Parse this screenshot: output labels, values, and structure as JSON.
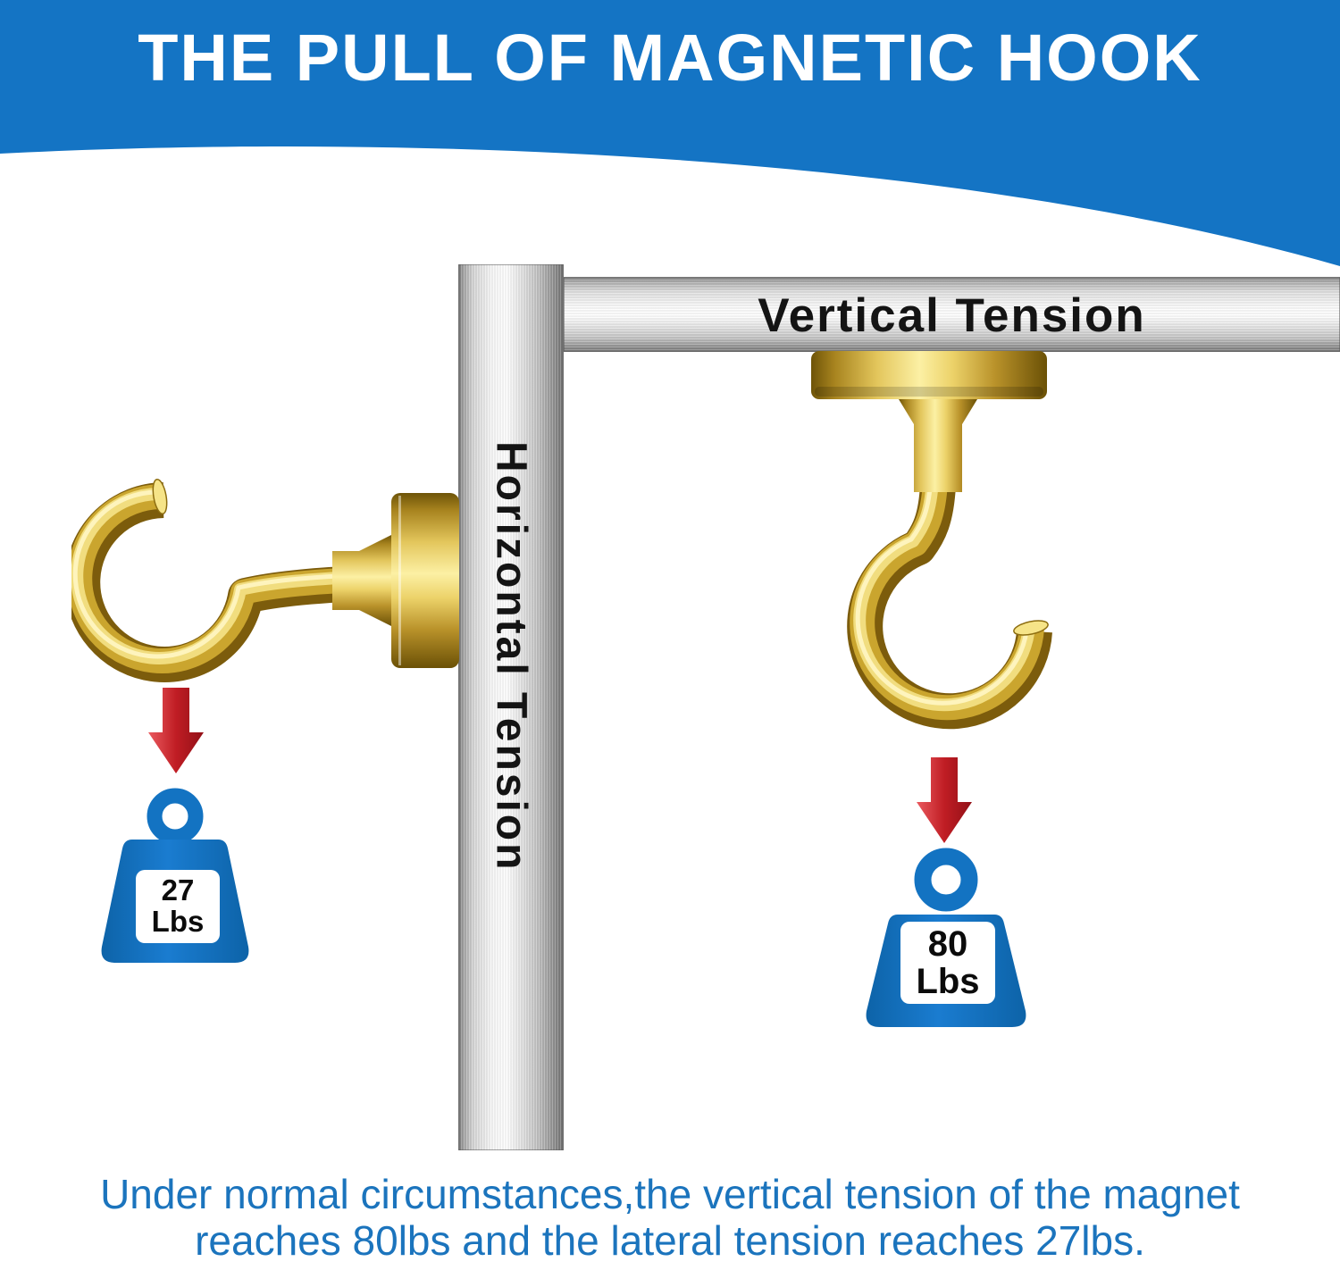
{
  "header": {
    "title": "THE PULL OF MAGNETIC HOOK"
  },
  "diagram": {
    "vertical_tension_label": "Vertical Tension",
    "horizontal_tension_label": "Horizontal Tension",
    "horizontal_pull": {
      "value": "27",
      "unit": "Lbs"
    },
    "vertical_pull": {
      "value": "80",
      "unit": "Lbs"
    }
  },
  "caption": {
    "line1": "Under normal circumstances,the vertical tension of the magnet",
    "line2": "reaches 80lbs and the lateral tension reaches 27lbs."
  },
  "colors": {
    "header_blue": "#1474c4",
    "caption_blue": "#1b74bd",
    "weight_blue": "#1373c2",
    "arrow_red": "#c01d24",
    "hook_gold": "#d4af37",
    "steel_gray": "#c0c0c0"
  }
}
